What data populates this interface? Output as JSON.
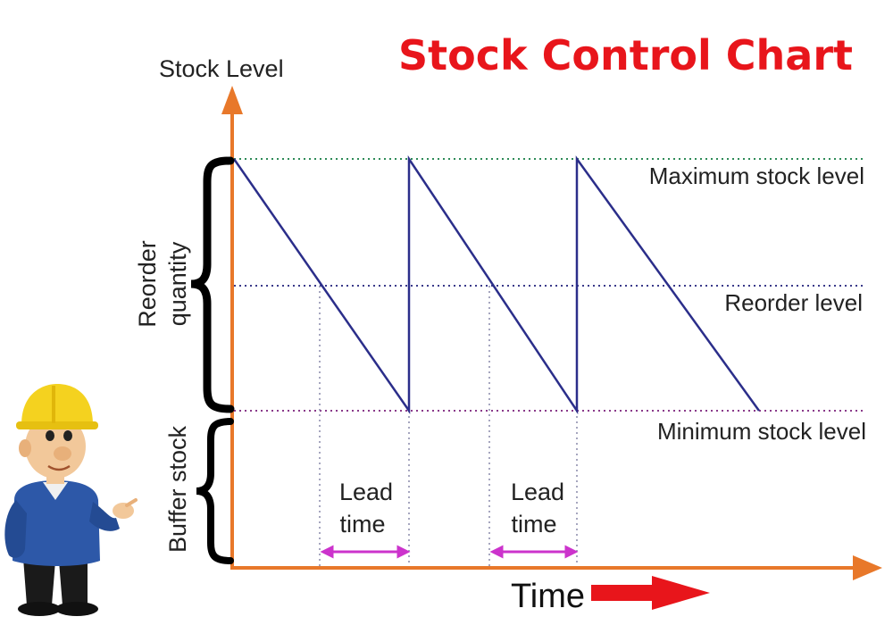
{
  "title": "Stock Control Chart",
  "y_axis_label": "Stock Level",
  "x_axis_label": "Time",
  "levels": {
    "maximum": "Maximum stock level",
    "reorder": "Reorder level",
    "minimum": "Minimum stock level"
  },
  "brackets": {
    "reorder_quantity": [
      "Reorder",
      "quantity"
    ],
    "buffer_stock": "Buffer stock"
  },
  "lead_time": [
    "Lead",
    "time"
  ],
  "colors": {
    "title": "#e8151b",
    "axis": "#e8782a",
    "stock_line": "#2b2e8a",
    "level_line": "#3a3a8a",
    "lead_arrow": "#cc33cc",
    "time_arrow": "#e8151b",
    "text": "#222222"
  },
  "icons": {
    "worker": "construction-worker-illustration",
    "time_arrow": "right-arrow-icon"
  }
}
